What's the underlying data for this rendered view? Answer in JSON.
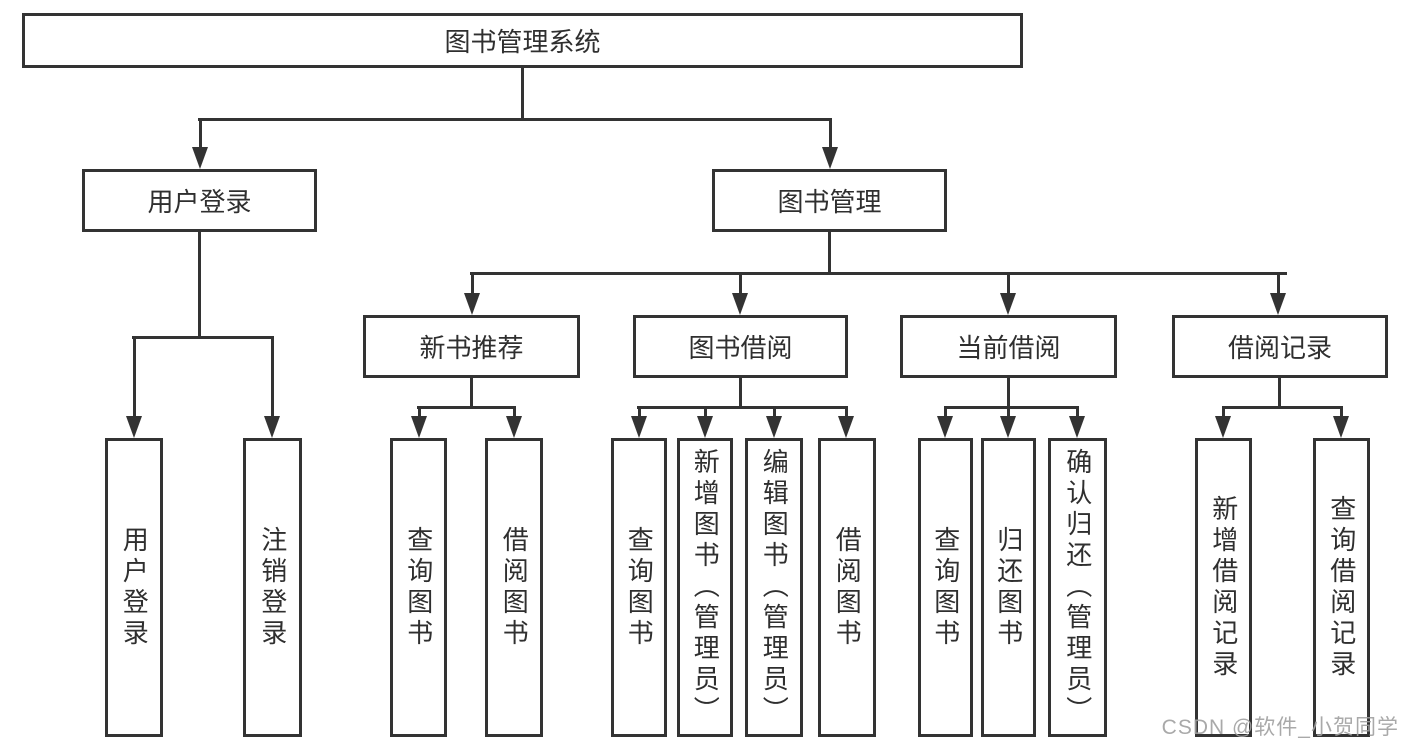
{
  "diagram_title": "图书管理系统",
  "nodes": {
    "root": "图书管理系统",
    "login_branch": "用户登录",
    "book_mgmt": "图书管理",
    "new_book_rec": "新书推荐",
    "book_borrow": "图书借阅",
    "current_borrow": "当前借阅",
    "borrow_record": "借阅记录",
    "leaf_user_login": "用户登录",
    "leaf_logout": "注销登录",
    "rec_query_book": "查询图书",
    "rec_borrow_book": "借阅图书",
    "bor_query_book": "查询图书",
    "bor_add_book": "新增图书（管理员）",
    "bor_edit_book": "编辑图书（管理员）",
    "bor_borrow_book": "借阅图书",
    "cur_query_book": "查询图书",
    "cur_return_book": "归还图书",
    "cur_confirm_return": "确认归还（管理员）",
    "record_add": "新增借阅记录",
    "record_query": "查询借阅记录"
  },
  "hierarchy": {
    "label": "图书管理系统",
    "children": [
      {
        "label": "用户登录",
        "children": [
          {
            "label": "用户登录"
          },
          {
            "label": "注销登录"
          }
        ]
      },
      {
        "label": "图书管理",
        "children": [
          {
            "label": "新书推荐",
            "children": [
              {
                "label": "查询图书"
              },
              {
                "label": "借阅图书"
              }
            ]
          },
          {
            "label": "图书借阅",
            "children": [
              {
                "label": "查询图书"
              },
              {
                "label": "新增图书（管理员）"
              },
              {
                "label": "编辑图书（管理员）"
              },
              {
                "label": "借阅图书"
              }
            ]
          },
          {
            "label": "当前借阅",
            "children": [
              {
                "label": "查询图书"
              },
              {
                "label": "归还图书"
              },
              {
                "label": "确认归还（管理员）"
              }
            ]
          },
          {
            "label": "借阅记录",
            "children": [
              {
                "label": "新增借阅记录"
              },
              {
                "label": "查询借阅记录"
              }
            ]
          }
        ]
      }
    ]
  },
  "watermark": {
    "text": "CSDN @软件_小贺同学"
  },
  "colors": {
    "line": "#333333",
    "text": "#2f2f2f",
    "box_background": "#ffffff",
    "page_background": "#ffffff",
    "watermark": "#a0a0a0"
  }
}
